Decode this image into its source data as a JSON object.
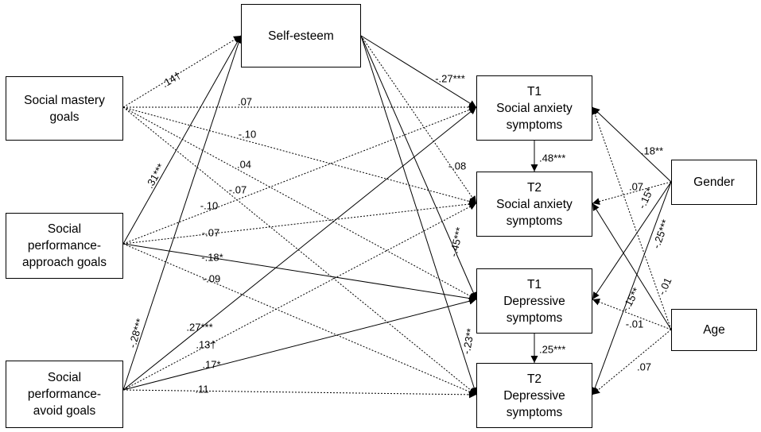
{
  "nodes": {
    "self_esteem": [
      "Self-esteem"
    ],
    "social_mastery": [
      "Social mastery",
      "goals"
    ],
    "social_perf_approach": [
      "Social",
      "performance-",
      "approach goals"
    ],
    "social_perf_avoid": [
      "Social",
      "performance-",
      "avoid goals"
    ],
    "t1_social_anxiety": [
      "T1",
      "Social anxiety",
      "symptoms"
    ],
    "t2_social_anxiety": [
      "T2",
      "Social anxiety",
      "symptoms"
    ],
    "t1_depressive": [
      "T1",
      "Depressive",
      "symptoms"
    ],
    "t2_depressive": [
      "T2",
      "Depressive",
      "symptoms"
    ],
    "gender": [
      "Gender"
    ],
    "age": [
      "Age"
    ]
  },
  "paths": [
    {
      "from": "social_mastery",
      "to": "self_esteem",
      "label": ".14†",
      "style": "dotted"
    },
    {
      "from": "social_mastery",
      "to": "t1_social_anxiety",
      "label": ".07",
      "style": "dotted"
    },
    {
      "from": "social_mastery",
      "to": "t2_social_anxiety",
      "label": "-.10",
      "style": "dotted"
    },
    {
      "from": "social_mastery",
      "to": "t1_depressive",
      "label": ".04",
      "style": "dotted"
    },
    {
      "from": "social_mastery",
      "to": "t2_depressive",
      "label": "-.07",
      "style": "dotted"
    },
    {
      "from": "social_perf_approach",
      "to": "self_esteem",
      "label": ".31***",
      "style": "solid"
    },
    {
      "from": "social_perf_approach",
      "to": "t1_social_anxiety",
      "label": "-.10",
      "style": "dotted"
    },
    {
      "from": "social_perf_approach",
      "to": "t2_social_anxiety",
      "label": "-.07",
      "style": "dotted"
    },
    {
      "from": "social_perf_approach",
      "to": "t1_depressive",
      "label": "-.18*",
      "style": "solid"
    },
    {
      "from": "social_perf_approach",
      "to": "t2_depressive",
      "label": "-.09",
      "style": "dotted"
    },
    {
      "from": "social_perf_avoid",
      "to": "self_esteem",
      "label": "-.28***",
      "style": "solid"
    },
    {
      "from": "social_perf_avoid",
      "to": "t1_social_anxiety",
      "label": ".27***",
      "style": "solid"
    },
    {
      "from": "social_perf_avoid",
      "to": "t2_social_anxiety",
      "label": ".13†",
      "style": "dotted"
    },
    {
      "from": "social_perf_avoid",
      "to": "t1_depressive",
      "label": ".17*",
      "style": "solid"
    },
    {
      "from": "social_perf_avoid",
      "to": "t2_depressive",
      "label": ".11",
      "style": "dotted"
    },
    {
      "from": "self_esteem",
      "to": "t1_social_anxiety",
      "label": "-.27***",
      "style": "solid"
    },
    {
      "from": "self_esteem",
      "to": "t2_social_anxiety",
      "label": "-.08",
      "style": "dotted"
    },
    {
      "from": "self_esteem",
      "to": "t1_depressive",
      "label": "-.45***",
      "style": "solid"
    },
    {
      "from": "self_esteem",
      "to": "t2_depressive",
      "label": "-.23**",
      "style": "solid"
    },
    {
      "from": "t1_social_anxiety",
      "to": "t2_social_anxiety",
      "label": ".48***",
      "style": "solid"
    },
    {
      "from": "t1_depressive",
      "to": "t2_depressive",
      "label": ".25***",
      "style": "solid"
    },
    {
      "from": "gender",
      "to": "t1_social_anxiety",
      "label": ".18**",
      "style": "solid"
    },
    {
      "from": "gender",
      "to": "t2_social_anxiety",
      "label": ".07",
      "style": "dotted"
    },
    {
      "from": "gender",
      "to": "t1_depressive",
      "label": "-.15*",
      "style": "solid"
    },
    {
      "from": "gender",
      "to": "t2_depressive",
      "label": "-.25***",
      "style": "solid"
    },
    {
      "from": "age",
      "to": "t1_social_anxiety",
      "label": "-.01",
      "style": "dotted"
    },
    {
      "from": "age",
      "to": "t2_social_anxiety",
      "label": "-.15**",
      "style": "solid"
    },
    {
      "from": "age",
      "to": "t1_depressive",
      "label": "-.01",
      "style": "dotted"
    },
    {
      "from": "age",
      "to": "t2_depressive",
      "label": ".07",
      "style": "dotted"
    }
  ]
}
